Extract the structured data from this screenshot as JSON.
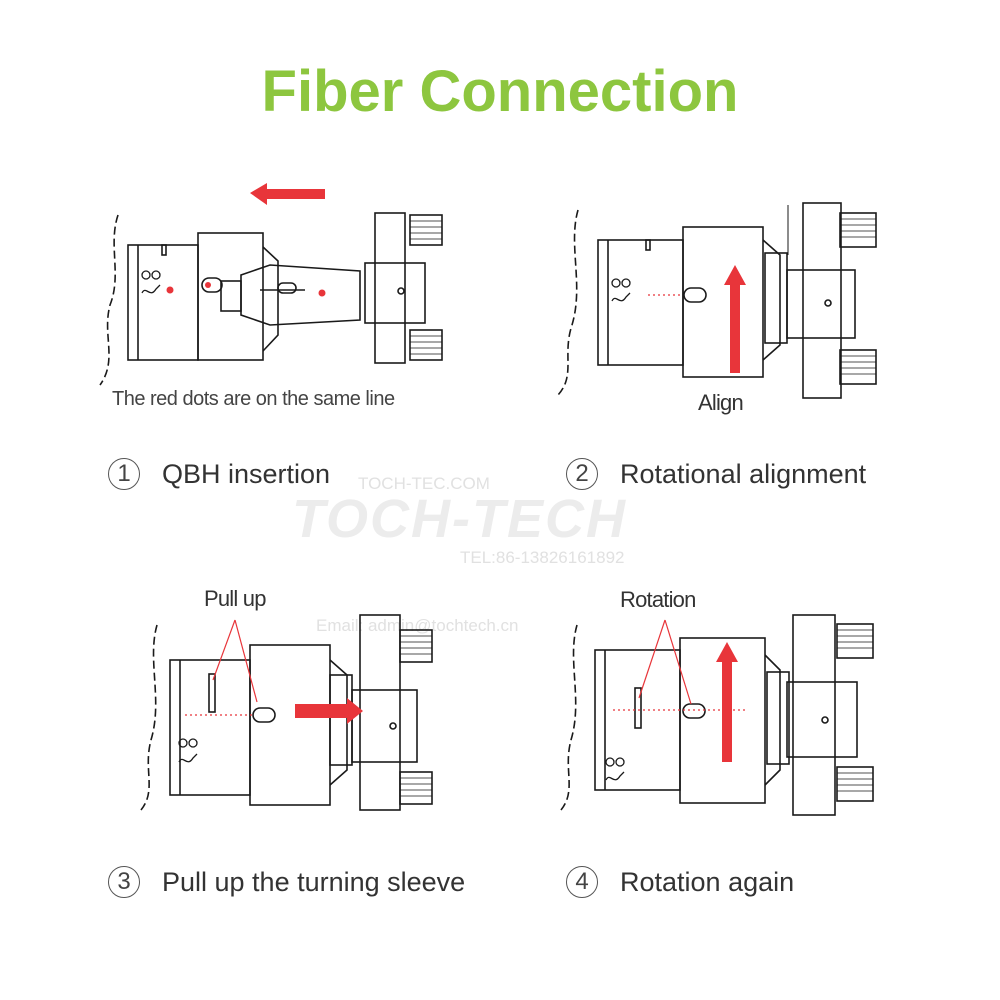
{
  "title": "Fiber Connection",
  "watermark": {
    "logo": "TOCH-TECH",
    "site": "TOCH-TEC.COM",
    "tel": "TEL:86-13826161892",
    "email": "Email: admin@tochtech.cn"
  },
  "panels": [
    {
      "number": "1",
      "label": "QBH insertion",
      "caption": "The red dots are on the same line"
    },
    {
      "number": "2",
      "label": "Rotational alignment",
      "caption": "Align"
    },
    {
      "number": "3",
      "label": "Pull up the turning sleeve",
      "caption": "Pull up"
    },
    {
      "number": "4",
      "label": "Rotation again",
      "caption": "Rotation"
    }
  ],
  "colors": {
    "title": "#8dc63f",
    "arrow": "#e8353a",
    "line": "#1a1a1a"
  }
}
